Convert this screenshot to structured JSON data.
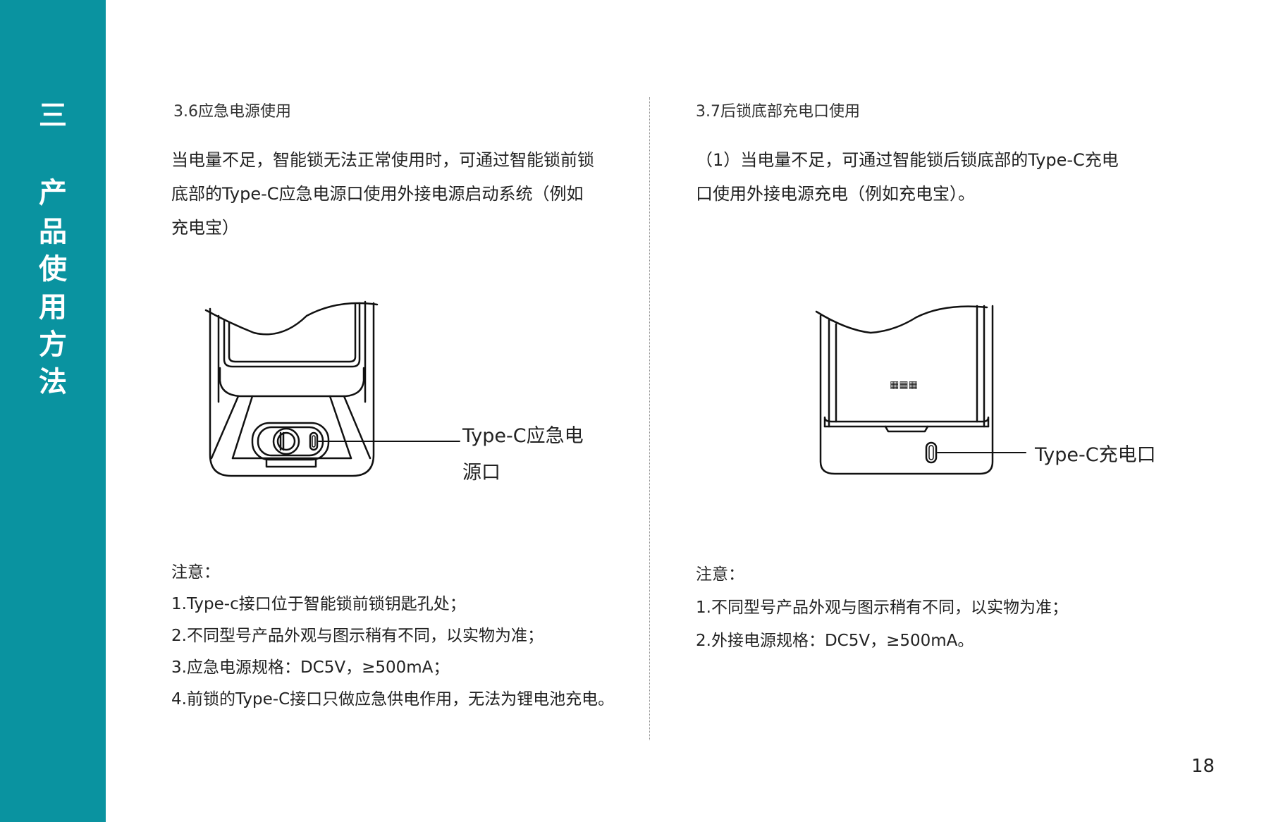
{
  "sidebar": {
    "chars": [
      "三",
      "产",
      "品",
      "使",
      "用",
      "方",
      "法"
    ]
  },
  "left": {
    "heading": "3.6应急电源使用",
    "body": [
      "当电量不足，智能锁无法正常使用时，可通过智能锁前锁",
      "底部的Type-C应急电源口使用外接电源启动系统（例如",
      "充电宝）"
    ],
    "callout": [
      "Type-C应急电",
      "源口"
    ],
    "notes_title": "注意：",
    "notes": [
      "1.Type-c接口位于智能锁前锁钥匙孔处；",
      "2.不同型号产品外观与图示稍有不同，以实物为准；",
      "3.应急电源规格：DC5V，≥500mA；",
      "4.前锁的Type-C接口只做应急供电作用，无法为锂电池充电。"
    ]
  },
  "right": {
    "heading": "3.7后锁底部充电口使用",
    "body": [
      "（1）当电量不足，可通过智能锁后锁底部的Type-C充电",
      "口使用外接电源充电（例如充电宝）。"
    ],
    "callout": "Type-C充电口",
    "notes_title": "注意：",
    "notes": [
      "1.不同型号产品外观与图示稍有不同，以实物为准；",
      "2.外接电源规格：DC5V，≥500mA。"
    ]
  },
  "page_number": "18",
  "colors": {
    "accent": "#0a93a0",
    "text": "#222222"
  }
}
